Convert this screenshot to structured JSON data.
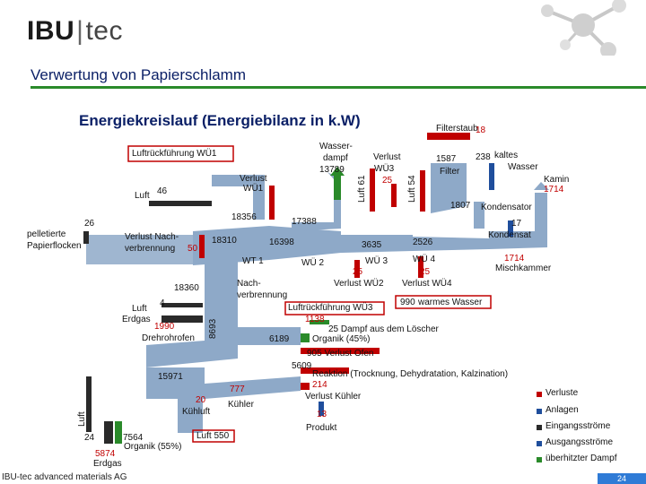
{
  "header": {
    "logo_bold": "IBU",
    "logo_light": "tec",
    "title": "Verwertung von Papierschlamm"
  },
  "diagram": {
    "subtitle": "Energiekreislauf (Energiebilanz in k.W)",
    "labels": {
      "luftrueckfuehrung_wue1": "Luftrückführung WÜ1",
      "luft": "Luft",
      "luft_value": "46",
      "verlust_wue1_a": "Verlust",
      "verlust_wue1_b": "WÜ1",
      "wasserdampf_a": "Wasser-",
      "wasserdampf_b": "dampf",
      "wasserdampf_value": "13789",
      "luft61": "Luft 61",
      "verlust_wue3_a": "Verlust",
      "verlust_wue3_b": "WÜ3",
      "verlust_wue3_value": "25",
      "luft54": "Luft 54",
      "filterstaub": "Filterstaub",
      "filterstaub_value": "18",
      "filter_value": "1587",
      "filter": "Filter",
      "kaltes_value": "238",
      "kaltes_a": "kaltes",
      "kaltes_b": "Wasser",
      "kamin": "Kamin",
      "kamin_value": "1714",
      "kondensator_value": "1807",
      "kondensator": "Kondensator",
      "kondensat_value": "17",
      "kondensat": "Kondensat",
      "mischkammer_value": "1714",
      "mischkammer": "Mischkammer",
      "pelletierte_a": "pelletierte",
      "pelletierte_b": "Papierflocken",
      "pellet_value": "26",
      "verlust_nach_a": "Verlust Nach-",
      "verlust_nach_b": "verbrennung",
      "verlust_nach_value": "50",
      "v18356": "18356",
      "v17388": "17388",
      "v18310": "18310",
      "v16398": "16398",
      "wt1": "WT 1",
      "wue2": "WÜ 2",
      "v3635": "3635",
      "v2526": "2526",
      "wue3": "WÜ 3",
      "wue4": "WÜ 4",
      "v25a": "25",
      "v25b": "25",
      "verlust_wue2": "Verlust WÜ2",
      "verlust_wue4": "Verlust WÜ4",
      "v18360": "18360",
      "nachverbrennung_a": "Nach-",
      "nachverbrennung_b": "verbrennung",
      "luftrueckfuehrung_wue3": "Luftrückführung WÜ3",
      "v990": "990",
      "warmes_wasser": "warmes Wasser",
      "v1138": "1138",
      "dampf_loescher": "25 Dampf aus dem Löscher",
      "luft_dreh": "Luft",
      "luft_dreh_value": "4",
      "erdgas": "Erdgas",
      "erdgas_value": "1990",
      "v8693": "8693",
      "drehrohrofen": "Drehrohrofen",
      "v6189": "6189",
      "organik45": "Organik (45%)",
      "verlust_ofen": "905 Verlust Ofen",
      "v5609": "5609",
      "reaktion": "Reaktion (Trocknung, Dehydratation, Kalzination)",
      "v214": "214",
      "verlust_kuehler": "Verlust Kühler",
      "v15971": "15971",
      "v777": "777",
      "v20": "20",
      "kuehler": "Kühler",
      "kuehlluft": "Kühluft",
      "v13": "13",
      "produkt": "Produkt",
      "luft550": "Luft 550",
      "luft_side": "Luft",
      "v24": "24",
      "v7564": "7564",
      "organik55": "Organik (55%)",
      "v5874": "5874",
      "erdgas2": "Erdgas"
    },
    "legend": [
      {
        "label": "Verluste",
        "color": "#c00000"
      },
      {
        "label": "Anlagen",
        "color": "#1f4e9c"
      },
      {
        "label": "Eingangsströme",
        "color": "#2a2a2a"
      },
      {
        "label": "Ausgangsströme",
        "color": "#1f4e9c"
      },
      {
        "label": "überhitzter Dampf",
        "color": "#2a8a2a"
      }
    ],
    "colors": {
      "flow": "#8ea9c8",
      "loss": "#c00000",
      "steam": "#2a8a2a",
      "box": "#c00000"
    }
  },
  "footer": {
    "company": "IBU-tec advanced materials AG",
    "page": "24"
  }
}
